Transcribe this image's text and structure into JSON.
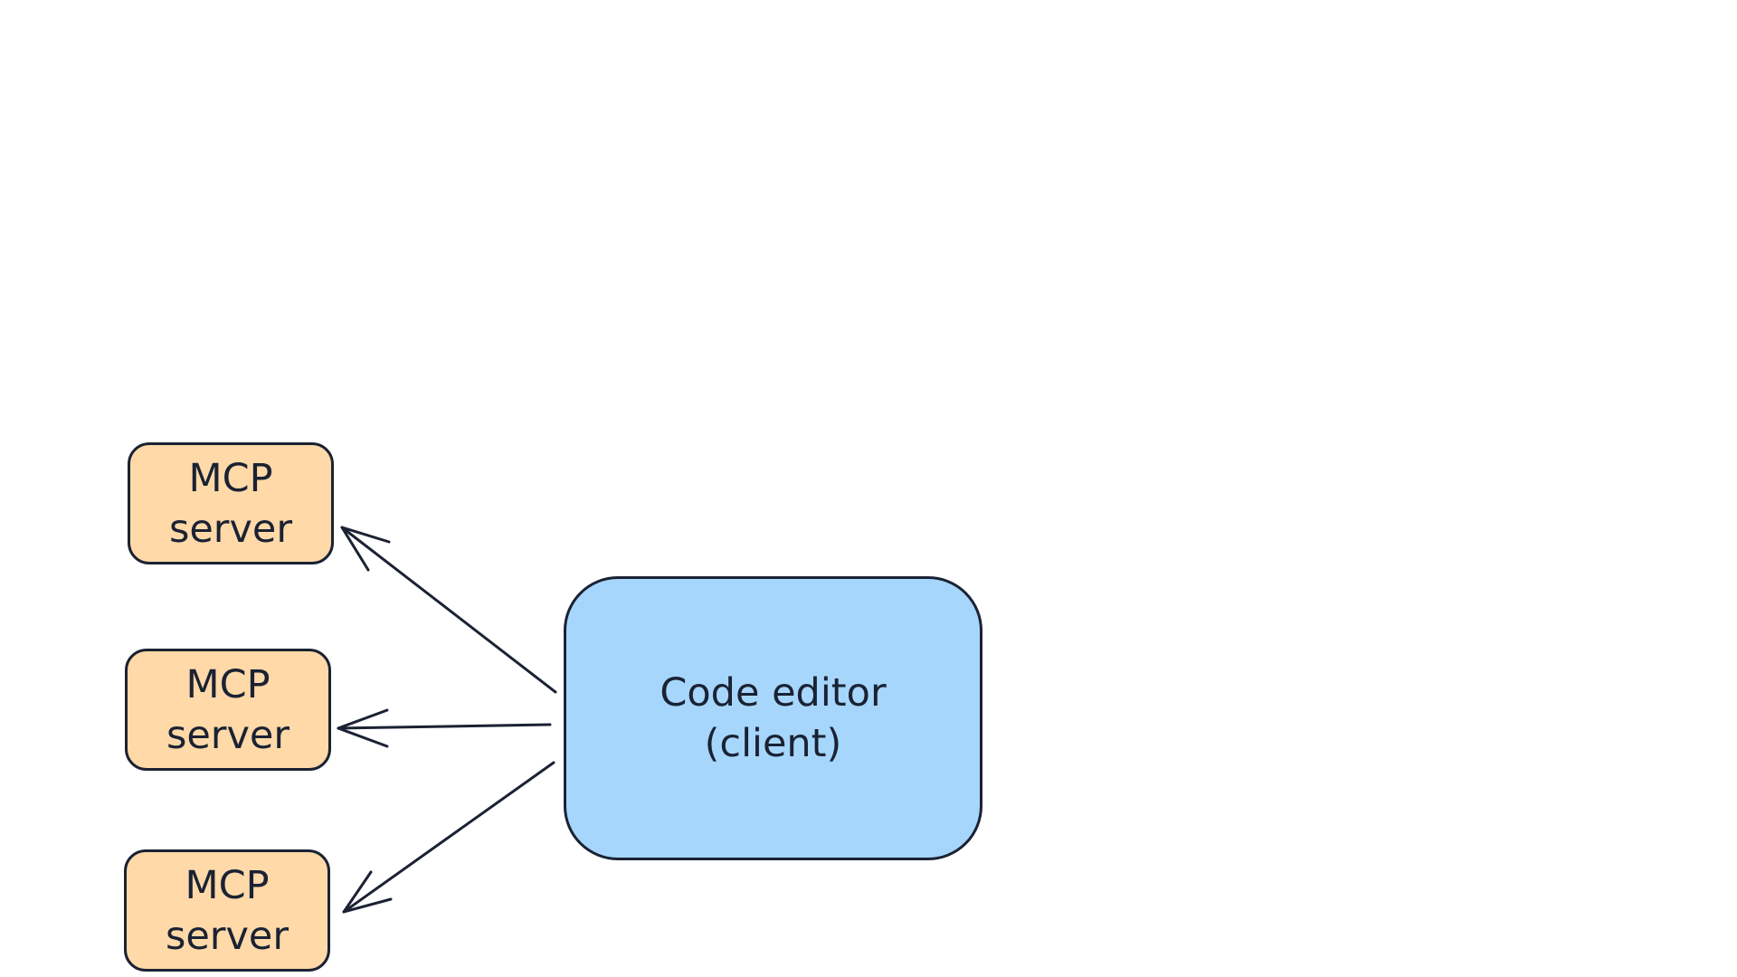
{
  "diagram": {
    "client": {
      "label": "Code editor\n(client)",
      "fill": "#a6d6fb"
    },
    "servers": [
      {
        "label": "MCP\nserver",
        "fill": "#ffd9a8"
      },
      {
        "label": "MCP\nserver",
        "fill": "#ffd9a8"
      },
      {
        "label": "MCP\nserver",
        "fill": "#ffd9a8"
      }
    ],
    "edges": [
      {
        "from": "client",
        "to": "server-1"
      },
      {
        "from": "client",
        "to": "server-2"
      },
      {
        "from": "client",
        "to": "server-3"
      }
    ],
    "stroke": "#1a2233"
  }
}
